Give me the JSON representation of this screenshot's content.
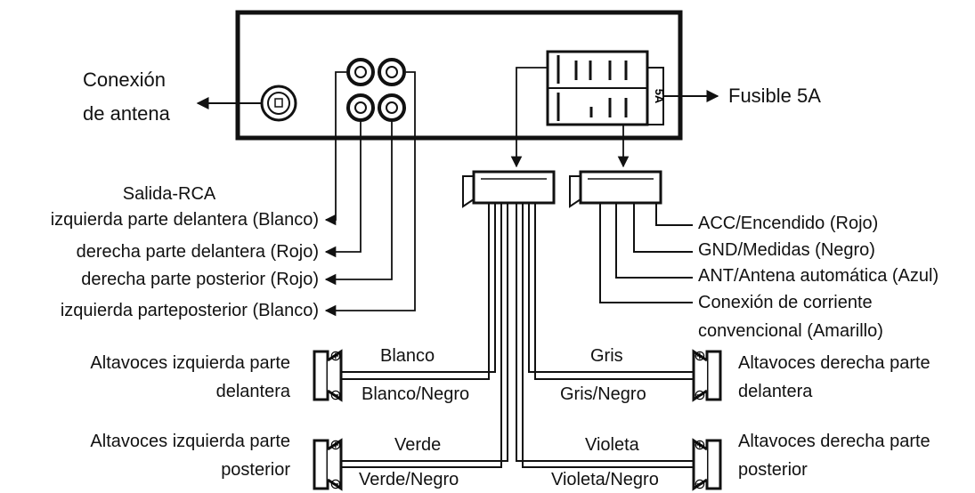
{
  "antenna": {
    "line1": "Conexión",
    "line2": "de antena"
  },
  "fuse": {
    "label": "Fusible 5A",
    "block_text": "5A"
  },
  "rca": {
    "title": "Salida-RCA",
    "outputs": [
      "izquierda parte delantera (Blanco)",
      "derecha parte delantera (Rojo)",
      "derecha parte posterior (Rojo)",
      "izquierda parteposterior (Blanco)"
    ]
  },
  "power": {
    "acc": "ACC/Encendido (Rojo)",
    "gnd": "GND/Medidas (Negro)",
    "ant": "ANT/Antena automática (Azul)",
    "const_line1": "Conexión de corriente",
    "const_line2": "convencional (Amarillo)"
  },
  "speakers": {
    "front_left": {
      "line1": "Altavoces izquierda parte",
      "line2": "delantera",
      "pos_wire": "Blanco",
      "neg_wire": "Blanco/Negro"
    },
    "rear_left": {
      "line1": "Altavoces izquierda parte",
      "line2": "posterior",
      "pos_wire": "Verde",
      "neg_wire": "Verde/Negro"
    },
    "front_right": {
      "line1": "Altavoces derecha parte",
      "line2": "delantera",
      "pos_wire": "Gris",
      "neg_wire": "Gris/Negro"
    },
    "rear_right": {
      "line1": "Altavoces derecha parte",
      "line2": "posterior",
      "pos_wire": "Violeta",
      "neg_wire": "Violeta/Negro"
    }
  },
  "polarity": {
    "positive": "⊕",
    "negative": "⊖"
  }
}
